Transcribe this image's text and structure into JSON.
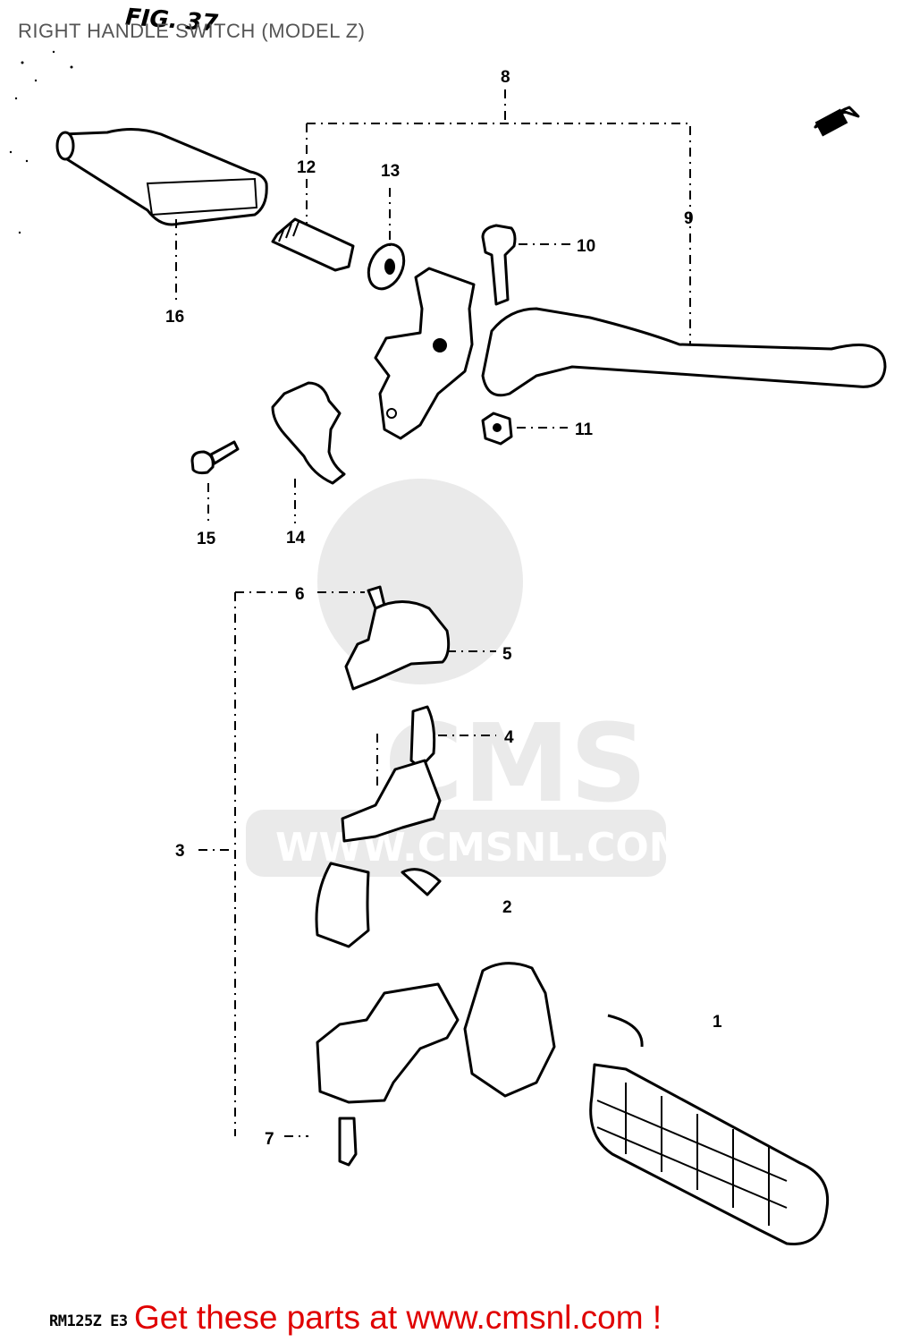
{
  "page_title": "RIGHT HANDLE SWITCH (MODEL Z)",
  "figure_label": "FIG. 37",
  "model_code": "RM125Z E3",
  "promo_text": "Get these parts at www.cmsnl.com !",
  "watermark": {
    "brand": "CMS",
    "url": "WWW.CMSNL.COM"
  },
  "callouts": {
    "c1": "1",
    "c2": "2",
    "c3": "3",
    "c4": "4",
    "c5": "5",
    "c6": "6",
    "c7": "7",
    "c8": "8",
    "c9": "9",
    "c10": "10",
    "c11": "11",
    "c12": "12",
    "c13": "13",
    "c14": "14",
    "c15": "15",
    "c16": "16"
  },
  "colors": {
    "promo": "#e00000",
    "title": "#555555",
    "watermark": "#d9d9d9"
  }
}
